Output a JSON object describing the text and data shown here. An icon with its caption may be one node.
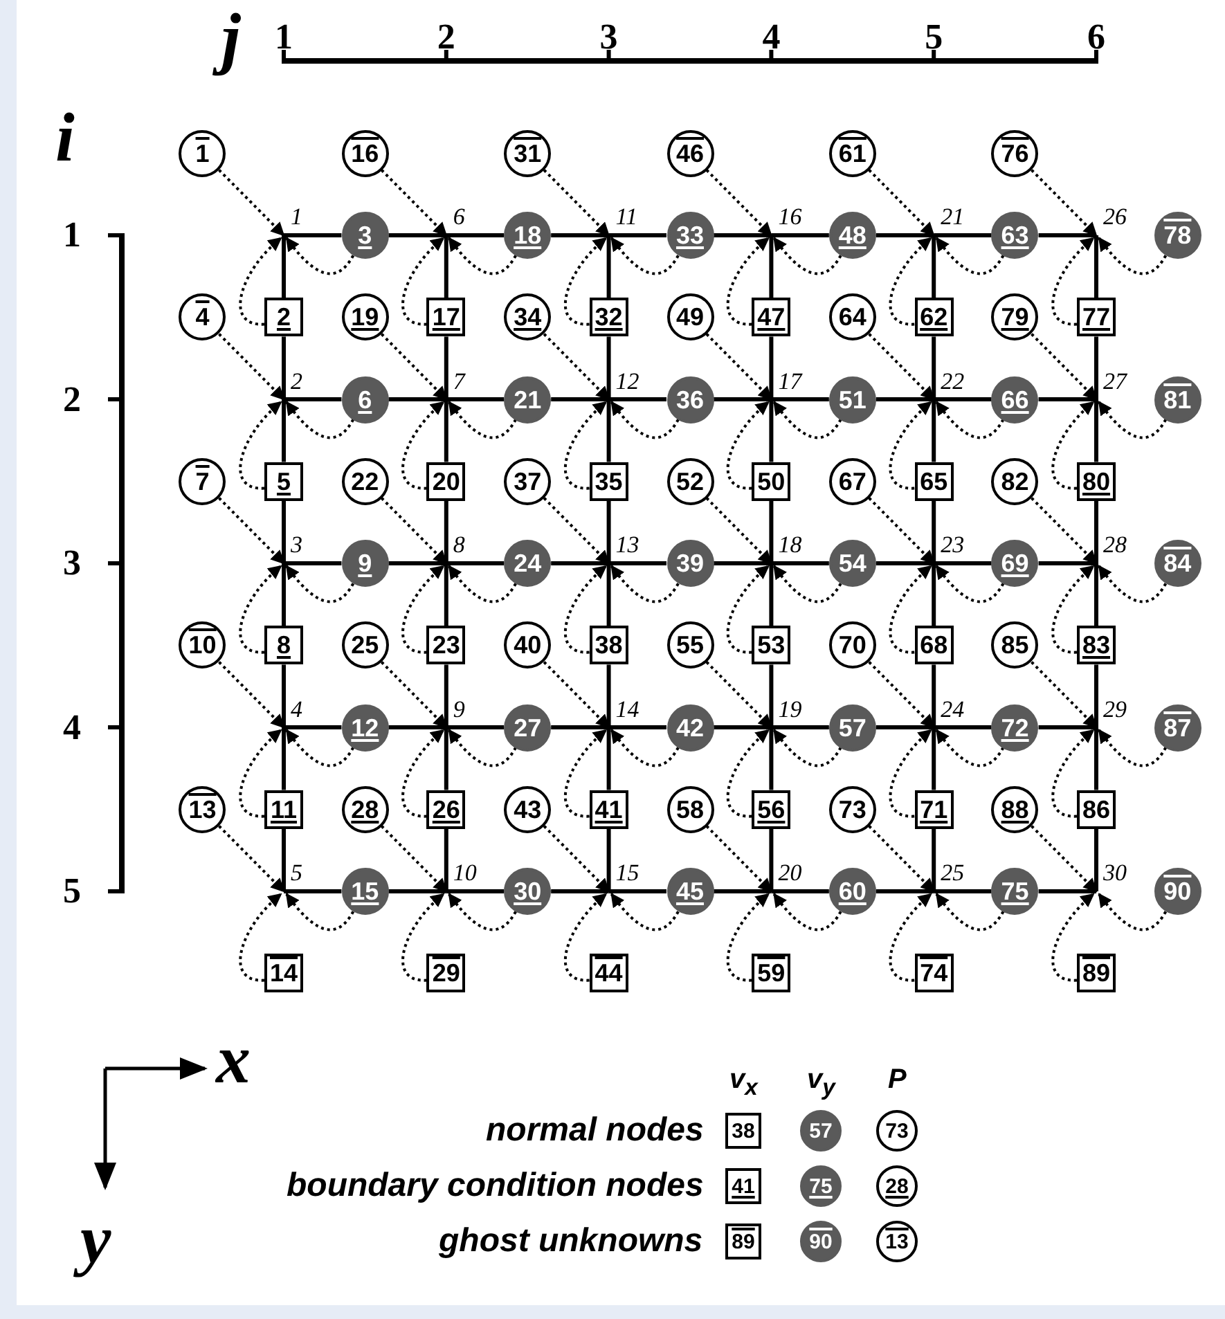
{
  "diagram": {
    "nodes": [
      {
        "text": [
          "1"
        ]
      },
      {
        "text": [
          "2"
        ]
      },
      {
        "text": [
          "3"
        ]
      },
      {
        "text": [
          "4"
        ]
      },
      {
        "text": [
          "5"
        ]
      },
      {
        "text": [
          "6"
        ]
      },
      {
        "text": [
          "7"
        ]
      },
      {
        "text": [
          "8"
        ]
      },
      {
        "text": [
          "9"
        ]
      },
      {
        "text": [
          "10"
        ]
      },
      {
        "text": [
          "11"
        ]
      },
      {
        "text": [
          "12"
        ]
      },
      {
        "text": [
          "13"
        ]
      },
      {
        "text": [
          "14"
        ]
      },
      {
        "text": [
          "15"
        ]
      },
      {
        "text": [
          "16"
        ]
      },
      {
        "text": [
          "17"
        ]
      },
      {
        "text": [
          "18"
        ]
      },
      {
        "text": [
          "19"
        ]
      },
      {
        "text": [
          "20"
        ]
      },
      {
        "text": [
          "21"
        ]
      },
      {
        "text": [
          "22"
        ]
      },
      {
        "text": [
          "23"
        ]
      },
      {
        "text": [
          "24"
        ]
      },
      {
        "text": [
          "25"
        ]
      },
      {
        "text": [
          "26"
        ]
      },
      {
        "text": [
          "27"
        ]
      },
      {
        "text": [
          "28"
        ]
      },
      {
        "text": [
          "29"
        ]
      },
      {
        "text": [
          "30"
        ]
      },
      {
        "text": [
          "1"
        ]
      },
      {
        "text": [
          "2"
        ]
      },
      {
        "text": [
          "3"
        ]
      },
      {
        "text": [
          "4"
        ]
      },
      {
        "text": [
          "5"
        ]
      },
      {
        "text": [
          "6"
        ]
      },
      {
        "text": [
          "7"
        ]
      },
      {
        "text": [
          "8"
        ]
      },
      {
        "text": [
          "9"
        ]
      },
      {
        "text": [
          "10"
        ]
      },
      {
        "text": [
          "11"
        ]
      },
      {
        "text": [
          "12"
        ]
      },
      {
        "text": [
          "13"
        ]
      },
      {
        "text": [
          "14"
        ]
      },
      {
        "text": [
          "15"
        ]
      },
      {
        "text": [
          "16"
        ]
      },
      {
        "text": [
          "17"
        ]
      },
      {
        "text": [
          "18"
        ]
      },
      {
        "text": [
          "19"
        ]
      },
      {
        "text": [
          "20"
        ]
      },
      {
        "text": [
          "21"
        ]
      },
      {
        "text": [
          "22"
        ]
      },
      {
        "text": [
          "23"
        ]
      },
      {
        "text": [
          "24"
        ]
      },
      {
        "text": [
          "25"
        ]
      },
      {
        "text": [
          "26"
        ]
      },
      {
        "text": [
          "27"
        ]
      },
      {
        "text": [
          "28"
        ]
      },
      {
        "text": [
          "29"
        ]
      },
      {
        "text": [
          "30"
        ]
      },
      {
        "text": [
          "31"
        ]
      },
      {
        "text": [
          "32"
        ]
      },
      {
        "text": [
          "33"
        ]
      },
      {
        "text": [
          "34"
        ]
      },
      {
        "text": [
          "35"
        ]
      },
      {
        "text": [
          "36"
        ]
      },
      {
        "text": [
          "37"
        ]
      },
      {
        "text": [
          "38"
        ]
      },
      {
        "text": [
          "39"
        ]
      },
      {
        "text": [
          "40"
        ]
      },
      {
        "text": [
          "41"
        ]
      },
      {
        "text": [
          "42"
        ]
      },
      {
        "text": [
          "43"
        ]
      },
      {
        "text": [
          "44"
        ]
      },
      {
        "text": [
          "45"
        ]
      },
      {
        "text": [
          "46"
        ]
      },
      {
        "text": [
          "47"
        ]
      },
      {
        "text": [
          "48"
        ]
      },
      {
        "text": [
          "49"
        ]
      },
      {
        "text": [
          "50"
        ]
      },
      {
        "text": [
          "51"
        ]
      },
      {
        "text": [
          "52"
        ]
      },
      {
        "text": [
          "53"
        ]
      },
      {
        "text": [
          "54"
        ]
      },
      {
        "text": [
          "55"
        ]
      },
      {
        "text": [
          "56"
        ]
      },
      {
        "text": [
          "57"
        ]
      },
      {
        "text": [
          "58"
        ]
      },
      {
        "text": [
          "59"
        ]
      },
      {
        "text": [
          "60"
        ]
      },
      {
        "text": [
          "61"
        ]
      },
      {
        "text": [
          "62"
        ]
      },
      {
        "text": [
          "63"
        ]
      },
      {
        "text": [
          "64"
        ]
      },
      {
        "text": [
          "65"
        ]
      },
      {
        "text": [
          "66"
        ]
      },
      {
        "text": [
          "67"
        ]
      },
      {
        "text": [
          "68"
        ]
      },
      {
        "text": [
          "69"
        ]
      },
      {
        "text": [
          "70"
        ]
      },
      {
        "text": [
          "71"
        ]
      },
      {
        "text": [
          "72"
        ]
      },
      {
        "text": [
          "73"
        ]
      },
      {
        "text": [
          "74"
        ]
      },
      {
        "text": [
          "75"
        ]
      },
      {
        "text": [
          "76"
        ]
      },
      {
        "text": [
          "77"
        ]
      },
      {
        "text": [
          "78"
        ]
      },
      {
        "text": [
          "79"
        ]
      },
      {
        "text": [
          "80"
        ]
      },
      {
        "text": [
          "81"
        ]
      },
      {
        "text": [
          "82"
        ]
      },
      {
        "text": [
          "83"
        ]
      },
      {
        "text": [
          "84"
        ]
      },
      {
        "text": [
          "85"
        ]
      },
      {
        "text": [
          "86"
        ]
      },
      {
        "text": [
          "87"
        ]
      },
      {
        "text": [
          "88"
        ]
      },
      {
        "text": [
          "89"
        ]
      },
      {
        "text": [
          "90"
        ]
      },
      {
        "text": [
          "38"
        ]
      },
      {
        "text": [
          "57"
        ]
      },
      {
        "text": [
          "73"
        ]
      },
      {
        "text": [
          "41"
        ]
      },
      {
        "text": [
          "75"
        ]
      },
      {
        "text": [
          "28"
        ]
      },
      {
        "text": [
          "89"
        ]
      },
      {
        "text": [
          "90"
        ]
      },
      {
        "text": [
          "13"
        ]
      }
    ],
    "edges": [
      {
        "from": 30,
        "to": 0,
        "arrow": "to",
        "style": "dashed"
      },
      {
        "from": 31,
        "to": 0,
        "arrow": "to",
        "style": "dashed"
      },
      {
        "from": 32,
        "to": 0,
        "arrow": "to",
        "style": "dashed"
      },
      {
        "from": 33,
        "to": 1,
        "arrow": "to",
        "style": "dashed"
      },
      {
        "from": 34,
        "to": 1,
        "arrow": "to",
        "style": "dashed"
      },
      {
        "from": 35,
        "to": 1,
        "arrow": "to",
        "style": "dashed"
      },
      {
        "from": 36,
        "to": 2,
        "arrow": "to",
        "style": "dashed"
      },
      {
        "from": 37,
        "to": 2,
        "arrow": "to",
        "style": "dashed"
      },
      {
        "from": 38,
        "to": 2,
        "arrow": "to",
        "style": "dashed"
      },
      {
        "from": 39,
        "to": 3,
        "arrow": "to",
        "style": "dashed"
      },
      {
        "from": 40,
        "to": 3,
        "arrow": "to",
        "style": "dashed"
      },
      {
        "from": 41,
        "to": 3,
        "arrow": "to",
        "style": "dashed"
      },
      {
        "from": 42,
        "to": 4,
        "arrow": "to",
        "style": "dashed"
      },
      {
        "from": 43,
        "to": 4,
        "arrow": "to",
        "style": "dashed"
      },
      {
        "from": 44,
        "to": 4,
        "arrow": "to",
        "style": "dashed"
      },
      {
        "from": 45,
        "to": 5,
        "arrow": "to",
        "style": "dashed"
      },
      {
        "from": 46,
        "to": 5,
        "arrow": "to",
        "style": "dashed"
      },
      {
        "from": 47,
        "to": 5,
        "arrow": "to",
        "style": "dashed"
      },
      {
        "from": 48,
        "to": 6,
        "arrow": "to",
        "style": "dashed"
      },
      {
        "from": 49,
        "to": 6,
        "arrow": "to",
        "style": "dashed"
      },
      {
        "from": 50,
        "to": 6,
        "arrow": "to",
        "style": "dashed"
      },
      {
        "from": 51,
        "to": 7,
        "arrow": "to",
        "style": "dashed"
      },
      {
        "from": 52,
        "to": 7,
        "arrow": "to",
        "style": "dashed"
      },
      {
        "from": 53,
        "to": 7,
        "arrow": "to",
        "style": "dashed"
      },
      {
        "from": 54,
        "to": 8,
        "arrow": "to",
        "style": "dashed"
      },
      {
        "from": 55,
        "to": 8,
        "arrow": "to",
        "style": "dashed"
      },
      {
        "from": 56,
        "to": 8,
        "arrow": "to",
        "style": "dashed"
      },
      {
        "from": 57,
        "to": 9,
        "arrow": "to",
        "style": "dashed"
      },
      {
        "from": 58,
        "to": 9,
        "arrow": "to",
        "style": "dashed"
      },
      {
        "from": 59,
        "to": 9,
        "arrow": "to",
        "style": "dashed"
      },
      {
        "from": 60,
        "to": 10,
        "arrow": "to",
        "style": "dashed"
      },
      {
        "from": 61,
        "to": 10,
        "arrow": "to",
        "style": "dashed"
      },
      {
        "from": 62,
        "to": 10,
        "arrow": "to",
        "style": "dashed"
      },
      {
        "from": 63,
        "to": 11,
        "arrow": "to",
        "style": "dashed"
      },
      {
        "from": 64,
        "to": 11,
        "arrow": "to",
        "style": "dashed"
      },
      {
        "from": 65,
        "to": 11,
        "arrow": "to",
        "style": "dashed"
      },
      {
        "from": 66,
        "to": 12,
        "arrow": "to",
        "style": "dashed"
      },
      {
        "from": 67,
        "to": 12,
        "arrow": "to",
        "style": "dashed"
      },
      {
        "from": 68,
        "to": 12,
        "arrow": "to",
        "style": "dashed"
      },
      {
        "from": 69,
        "to": 13,
        "arrow": "to",
        "style": "dashed"
      },
      {
        "from": 70,
        "to": 13,
        "arrow": "to",
        "style": "dashed"
      },
      {
        "from": 71,
        "to": 13,
        "arrow": "to",
        "style": "dashed"
      },
      {
        "from": 72,
        "to": 14,
        "arrow": "to",
        "style": "dashed"
      },
      {
        "from": 73,
        "to": 14,
        "arrow": "to",
        "style": "dashed"
      },
      {
        "from": 74,
        "to": 14,
        "arrow": "to",
        "style": "dashed"
      },
      {
        "from": 75,
        "to": 15,
        "arrow": "to",
        "style": "dashed"
      },
      {
        "from": 76,
        "to": 15,
        "arrow": "to",
        "style": "dashed"
      },
      {
        "from": 77,
        "to": 15,
        "arrow": "to",
        "style": "dashed"
      },
      {
        "from": 78,
        "to": 16,
        "arrow": "to",
        "style": "dashed"
      },
      {
        "from": 79,
        "to": 16,
        "arrow": "to",
        "style": "dashed"
      },
      {
        "from": 80,
        "to": 16,
        "arrow": "to",
        "style": "dashed"
      },
      {
        "from": 81,
        "to": 17,
        "arrow": "to",
        "style": "dashed"
      },
      {
        "from": 82,
        "to": 17,
        "arrow": "to",
        "style": "dashed"
      },
      {
        "from": 83,
        "to": 17,
        "arrow": "to",
        "style": "dashed"
      },
      {
        "from": 84,
        "to": 18,
        "arrow": "to",
        "style": "dashed"
      },
      {
        "from": 85,
        "to": 18,
        "arrow": "to",
        "style": "dashed"
      },
      {
        "from": 86,
        "to": 18,
        "arrow": "to",
        "style": "dashed"
      },
      {
        "from": 87,
        "to": 19,
        "arrow": "to",
        "style": "dashed"
      },
      {
        "from": 88,
        "to": 19,
        "arrow": "to",
        "style": "dashed"
      },
      {
        "from": 89,
        "to": 19,
        "arrow": "to",
        "style": "dashed"
      },
      {
        "from": 90,
        "to": 20,
        "arrow": "to",
        "style": "dashed"
      },
      {
        "from": 91,
        "to": 20,
        "arrow": "to",
        "style": "dashed"
      },
      {
        "from": 92,
        "to": 20,
        "arrow": "to",
        "style": "dashed"
      },
      {
        "from": 93,
        "to": 21,
        "arrow": "to",
        "style": "dashed"
      },
      {
        "from": 94,
        "to": 21,
        "arrow": "to",
        "style": "dashed"
      },
      {
        "from": 95,
        "to": 21,
        "arrow": "to",
        "style": "dashed"
      },
      {
        "from": 96,
        "to": 22,
        "arrow": "to",
        "style": "dashed"
      },
      {
        "from": 97,
        "to": 22,
        "arrow": "to",
        "style": "dashed"
      },
      {
        "from": 98,
        "to": 22,
        "arrow": "to",
        "style": "dashed"
      },
      {
        "from": 99,
        "to": 23,
        "arrow": "to",
        "style": "dashed"
      },
      {
        "from": 100,
        "to": 23,
        "arrow": "to",
        "style": "dashed"
      },
      {
        "from": 101,
        "to": 23,
        "arrow": "to",
        "style": "dashed"
      },
      {
        "from": 102,
        "to": 24,
        "arrow": "to",
        "style": "dashed"
      },
      {
        "from": 103,
        "to": 24,
        "arrow": "to",
        "style": "dashed"
      },
      {
        "from": 104,
        "to": 24,
        "arrow": "to",
        "style": "dashed"
      },
      {
        "from": 105,
        "to": 25,
        "arrow": "to",
        "style": "dashed"
      },
      {
        "from": 106,
        "to": 25,
        "arrow": "to",
        "style": "dashed"
      },
      {
        "from": 107,
        "to": 25,
        "arrow": "to",
        "style": "dashed"
      },
      {
        "from": 108,
        "to": 26,
        "arrow": "to",
        "style": "dashed"
      },
      {
        "from": 109,
        "to": 26,
        "arrow": "to",
        "style": "dashed"
      },
      {
        "from": 110,
        "to": 26,
        "arrow": "to",
        "style": "dashed"
      },
      {
        "from": 111,
        "to": 27,
        "arrow": "to",
        "style": "dashed"
      },
      {
        "from": 112,
        "to": 27,
        "arrow": "to",
        "style": "dashed"
      },
      {
        "from": 113,
        "to": 27,
        "arrow": "to",
        "style": "dashed"
      },
      {
        "from": 114,
        "to": 28,
        "arrow": "to",
        "style": "dashed"
      },
      {
        "from": 115,
        "to": 28,
        "arrow": "to",
        "style": "dashed"
      },
      {
        "from": 116,
        "to": 28,
        "arrow": "to",
        "style": "dashed"
      },
      {
        "from": 117,
        "to": 29,
        "arrow": "to",
        "style": "dashed"
      },
      {
        "from": 118,
        "to": 29,
        "arrow": "to",
        "style": "dashed"
      },
      {
        "from": 119,
        "to": 29,
        "arrow": "to",
        "style": "dashed"
      },
      {
        "from": 0,
        "to": 32,
        "arrow": "none"
      },
      {
        "from": 32,
        "to": 5,
        "arrow": "none"
      },
      {
        "from": 5,
        "to": 47,
        "arrow": "none"
      },
      {
        "from": 47,
        "to": 10,
        "arrow": "none"
      },
      {
        "from": 10,
        "to": 62,
        "arrow": "none"
      },
      {
        "from": 62,
        "to": 15,
        "arrow": "none"
      },
      {
        "from": 15,
        "to": 77,
        "arrow": "none"
      },
      {
        "from": 77,
        "to": 20,
        "arrow": "none"
      },
      {
        "from": 20,
        "to": 92,
        "arrow": "none"
      },
      {
        "from": 92,
        "to": 25,
        "arrow": "none"
      },
      {
        "from": 1,
        "to": 35,
        "arrow": "none"
      },
      {
        "from": 35,
        "to": 6,
        "arrow": "none"
      },
      {
        "from": 6,
        "to": 50,
        "arrow": "none"
      },
      {
        "from": 50,
        "to": 11,
        "arrow": "none"
      },
      {
        "from": 11,
        "to": 65,
        "arrow": "none"
      },
      {
        "from": 65,
        "to": 16,
        "arrow": "none"
      },
      {
        "from": 16,
        "to": 80,
        "arrow": "none"
      },
      {
        "from": 80,
        "to": 21,
        "arrow": "none"
      },
      {
        "from": 21,
        "to": 95,
        "arrow": "none"
      },
      {
        "from": 95,
        "to": 26,
        "arrow": "none"
      },
      {
        "from": 2,
        "to": 38,
        "arrow": "none"
      },
      {
        "from": 38,
        "to": 7,
        "arrow": "none"
      },
      {
        "from": 7,
        "to": 53,
        "arrow": "none"
      },
      {
        "from": 53,
        "to": 12,
        "arrow": "none"
      },
      {
        "from": 12,
        "to": 68,
        "arrow": "none"
      },
      {
        "from": 68,
        "to": 17,
        "arrow": "none"
      },
      {
        "from": 17,
        "to": 83,
        "arrow": "none"
      },
      {
        "from": 83,
        "to": 22,
        "arrow": "none"
      },
      {
        "from": 22,
        "to": 98,
        "arrow": "none"
      },
      {
        "from": 98,
        "to": 27,
        "arrow": "none"
      },
      {
        "from": 3,
        "to": 41,
        "arrow": "none"
      },
      {
        "from": 41,
        "to": 8,
        "arrow": "none"
      },
      {
        "from": 8,
        "to": 56,
        "arrow": "none"
      },
      {
        "from": 56,
        "to": 13,
        "arrow": "none"
      },
      {
        "from": 13,
        "to": 71,
        "arrow": "none"
      },
      {
        "from": 71,
        "to": 18,
        "arrow": "none"
      },
      {
        "from": 18,
        "to": 86,
        "arrow": "none"
      },
      {
        "from": 86,
        "to": 23,
        "arrow": "none"
      },
      {
        "from": 23,
        "to": 101,
        "arrow": "none"
      },
      {
        "from": 101,
        "to": 28,
        "arrow": "none"
      },
      {
        "from": 4,
        "to": 44,
        "arrow": "none"
      },
      {
        "from": 44,
        "to": 9,
        "arrow": "none"
      },
      {
        "from": 9,
        "to": 59,
        "arrow": "none"
      },
      {
        "from": 59,
        "to": 14,
        "arrow": "none"
      },
      {
        "from": 14,
        "to": 74,
        "arrow": "none"
      },
      {
        "from": 74,
        "to": 19,
        "arrow": "none"
      },
      {
        "from": 19,
        "to": 89,
        "arrow": "none"
      },
      {
        "from": 89,
        "to": 24,
        "arrow": "none"
      },
      {
        "from": 24,
        "to": 104,
        "arrow": "none"
      },
      {
        "from": 104,
        "to": 29,
        "arrow": "none"
      },
      {
        "from": 0,
        "to": 31,
        "arrow": "none"
      },
      {
        "from": 31,
        "to": 1,
        "arrow": "none"
      },
      {
        "from": 1,
        "to": 34,
        "arrow": "none"
      },
      {
        "from": 34,
        "to": 2,
        "arrow": "none"
      },
      {
        "from": 2,
        "to": 37,
        "arrow": "none"
      },
      {
        "from": 37,
        "to": 3,
        "arrow": "none"
      },
      {
        "from": 3,
        "to": 40,
        "arrow": "none"
      },
      {
        "from": 40,
        "to": 4,
        "arrow": "none"
      },
      {
        "from": 5,
        "to": 46,
        "arrow": "none"
      },
      {
        "from": 46,
        "to": 6,
        "arrow": "none"
      },
      {
        "from": 6,
        "to": 49,
        "arrow": "none"
      },
      {
        "from": 49,
        "to": 7,
        "arrow": "none"
      },
      {
        "from": 7,
        "to": 52,
        "arrow": "none"
      },
      {
        "from": 52,
        "to": 8,
        "arrow": "none"
      },
      {
        "from": 8,
        "to": 55,
        "arrow": "none"
      },
      {
        "from": 55,
        "to": 9,
        "arrow": "none"
      },
      {
        "from": 10,
        "to": 61,
        "arrow": "none"
      },
      {
        "from": 61,
        "to": 11,
        "arrow": "none"
      },
      {
        "from": 11,
        "to": 64,
        "arrow": "none"
      },
      {
        "from": 64,
        "to": 12,
        "arrow": "none"
      },
      {
        "from": 12,
        "to": 67,
        "arrow": "none"
      },
      {
        "from": 67,
        "to": 13,
        "arrow": "none"
      },
      {
        "from": 13,
        "to": 70,
        "arrow": "none"
      },
      {
        "from": 70,
        "to": 14,
        "arrow": "none"
      },
      {
        "from": 15,
        "to": 76,
        "arrow": "none"
      },
      {
        "from": 76,
        "to": 16,
        "arrow": "none"
      },
      {
        "from": 16,
        "to": 79,
        "arrow": "none"
      },
      {
        "from": 79,
        "to": 17,
        "arrow": "none"
      },
      {
        "from": 17,
        "to": 82,
        "arrow": "none"
      },
      {
        "from": 82,
        "to": 18,
        "arrow": "none"
      },
      {
        "from": 18,
        "to": 85,
        "arrow": "none"
      },
      {
        "from": 85,
        "to": 19,
        "arrow": "none"
      },
      {
        "from": 20,
        "to": 91,
        "arrow": "none"
      },
      {
        "from": 91,
        "to": 21,
        "arrow": "none"
      },
      {
        "from": 21,
        "to": 94,
        "arrow": "none"
      },
      {
        "from": 94,
        "to": 22,
        "arrow": "none"
      },
      {
        "from": 22,
        "to": 97,
        "arrow": "none"
      },
      {
        "from": 97,
        "to": 23,
        "arrow": "none"
      },
      {
        "from": 23,
        "to": 100,
        "arrow": "none"
      },
      {
        "from": 100,
        "to": 24,
        "arrow": "none"
      },
      {
        "from": 25,
        "to": 106,
        "arrow": "none"
      },
      {
        "from": 106,
        "to": 26,
        "arrow": "none"
      },
      {
        "from": 26,
        "to": 109,
        "arrow": "none"
      },
      {
        "from": 109,
        "to": 27,
        "arrow": "none"
      },
      {
        "from": 27,
        "to": 112,
        "arrow": "none"
      },
      {
        "from": 112,
        "to": 28,
        "arrow": "none"
      },
      {
        "from": 28,
        "to": 115,
        "arrow": "none"
      },
      {
        "from": 115,
        "to": 29,
        "arrow": "none"
      }
    ],
    "labels": [
      "j",
      "1",
      "2",
      "3",
      "4",
      "5",
      "6",
      "i",
      "1",
      "2",
      "3",
      "4",
      "5",
      "x",
      "v$_{x}$",
      "v$_{y}$",
      "P",
      "y"
    ],
    "legend": [
      {
        "text": "normal nodes"
      },
      {
        "text": "boundary condition nodes"
      },
      {
        "text": "ghost unknowns"
      }
    ]
  }
}
